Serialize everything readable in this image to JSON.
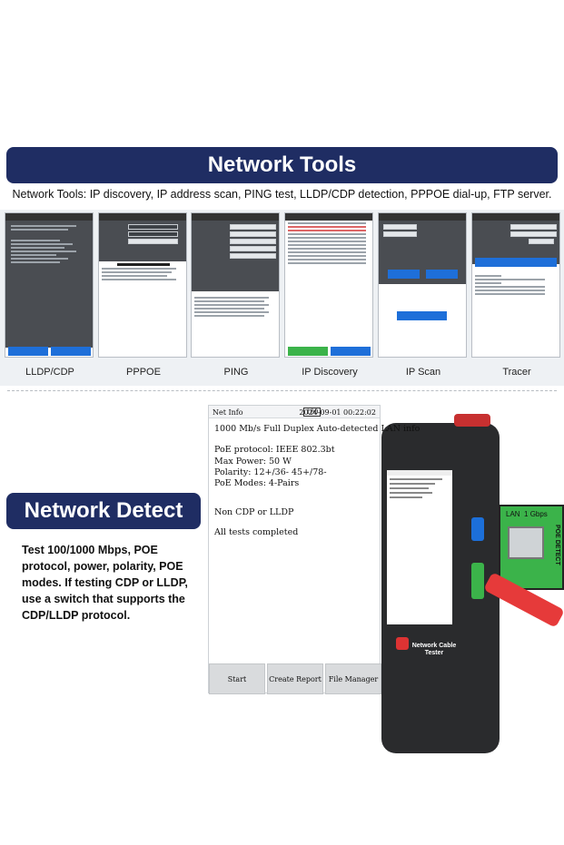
{
  "sections": {
    "tools_title": "Network Tools",
    "tools_subtitle": "Network Tools: IP discovery, IP address scan, PING test, LLDP/CDP detection, PPPOE dial-up, FTP server.",
    "detect_title": "Network Detect",
    "detect_description": "Test 100/1000 Mbps, POE protocol, power, polarity, POE modes. If testing CDP or LLDP, use a switch that supports the CDP/LLDP protocol."
  },
  "tool_captions": [
    "LLDP/CDP",
    "PPPOE",
    "PING",
    "IP Discovery",
    "IP Scan",
    "Tracer"
  ],
  "net_info_screen": {
    "title": "Net Info",
    "battery": "100",
    "datetime": "2024-09-01 00:22:02",
    "link_info": "1000 Mb/s Full Duplex  Auto-detected LAN info",
    "poe_protocol": "PoE protocol: IEEE 802.3bt",
    "max_power": "Max Power: 50 W",
    "polarity": "Polarity: 12+/36-   45+/78-",
    "poe_modes": "PoE Modes: 4-Pairs",
    "cdp_lldp": "Non CDP or LLDP",
    "tests_status": "All tests completed",
    "buttons": {
      "start": "Start",
      "create_report": "Create Report",
      "file_manager": "File Manager"
    }
  },
  "device": {
    "label": "Network Cable Tester",
    "lan_label": "LAN",
    "lan_speed": "1 Gbps",
    "poe_detect_label": "POE DETECT"
  },
  "colors": {
    "banner": "#1f2d63",
    "accent_blue": "#1e6fd9",
    "device_body": "#2a2b2d",
    "green_panel": "#3bb34a",
    "cable_red": "#e63a3a"
  }
}
